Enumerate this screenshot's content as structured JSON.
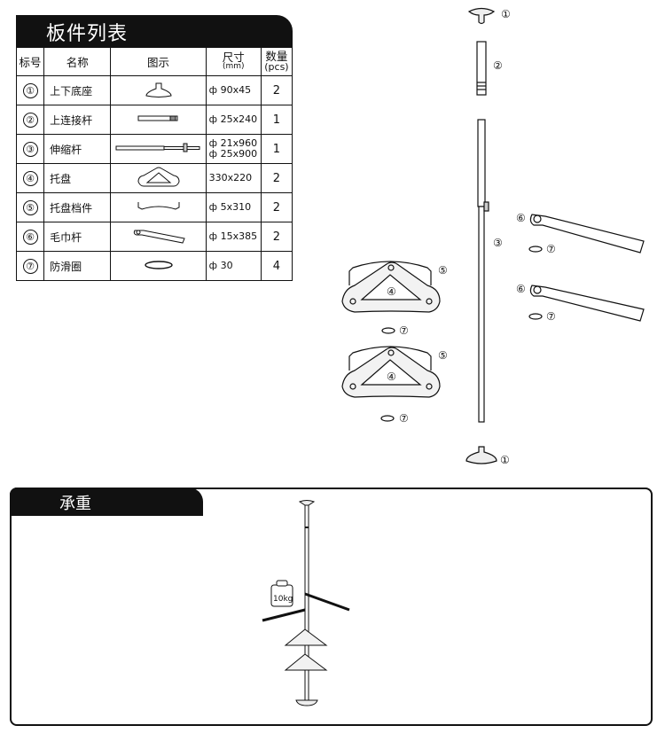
{
  "parts_list": {
    "title": "板件列表",
    "headers": {
      "no": "标号",
      "name": "名称",
      "figure": "图示",
      "size": "尺寸",
      "size_unit": "(mm)",
      "qty": "数量",
      "qty_unit": "(pcs)"
    },
    "rows": [
      {
        "no": "①",
        "name": "上下底座",
        "size": [
          "ф 90x45"
        ],
        "qty": "2",
        "icon": "base-icon"
      },
      {
        "no": "②",
        "name": "上连接杆",
        "size": [
          "ф 25x240"
        ],
        "qty": "1",
        "icon": "connecting-rod-icon"
      },
      {
        "no": "③",
        "name": "伸缩杆",
        "size": [
          "ф 21x960",
          "ф 25x900"
        ],
        "qty": "1",
        "icon": "telescopic-pole-icon"
      },
      {
        "no": "④",
        "name": "托盘",
        "size": [
          "330x220"
        ],
        "qty": "2",
        "icon": "tray-icon"
      },
      {
        "no": "⑤",
        "name": "托盘档件",
        "size": [
          "ф 5x310"
        ],
        "qty": "2",
        "icon": "tray-guard-icon"
      },
      {
        "no": "⑥",
        "name": "毛巾杆",
        "size": [
          "ф 15x385"
        ],
        "qty": "2",
        "icon": "towel-bar-icon"
      },
      {
        "no": "⑦",
        "name": "防滑圈",
        "size": [
          "ф 30"
        ],
        "qty": "4",
        "icon": "anti-slip-ring-icon"
      }
    ]
  },
  "exploded_view": {
    "labels": {
      "top_base": "①",
      "connecting_rod": "②",
      "pole": "③",
      "towel_bar_upper": "⑥",
      "ring_upper": "⑦",
      "towel_bar_lower": "⑥",
      "ring_lower": "⑦",
      "guard_upper": "⑤",
      "tray_upper": "④",
      "ring_tray_upper": "⑦",
      "guard_lower": "⑤",
      "tray_lower": "④",
      "ring_tray_lower": "⑦",
      "bottom_base": "①"
    }
  },
  "load_bearing": {
    "title": "承重",
    "weight_label": "10kg"
  }
}
